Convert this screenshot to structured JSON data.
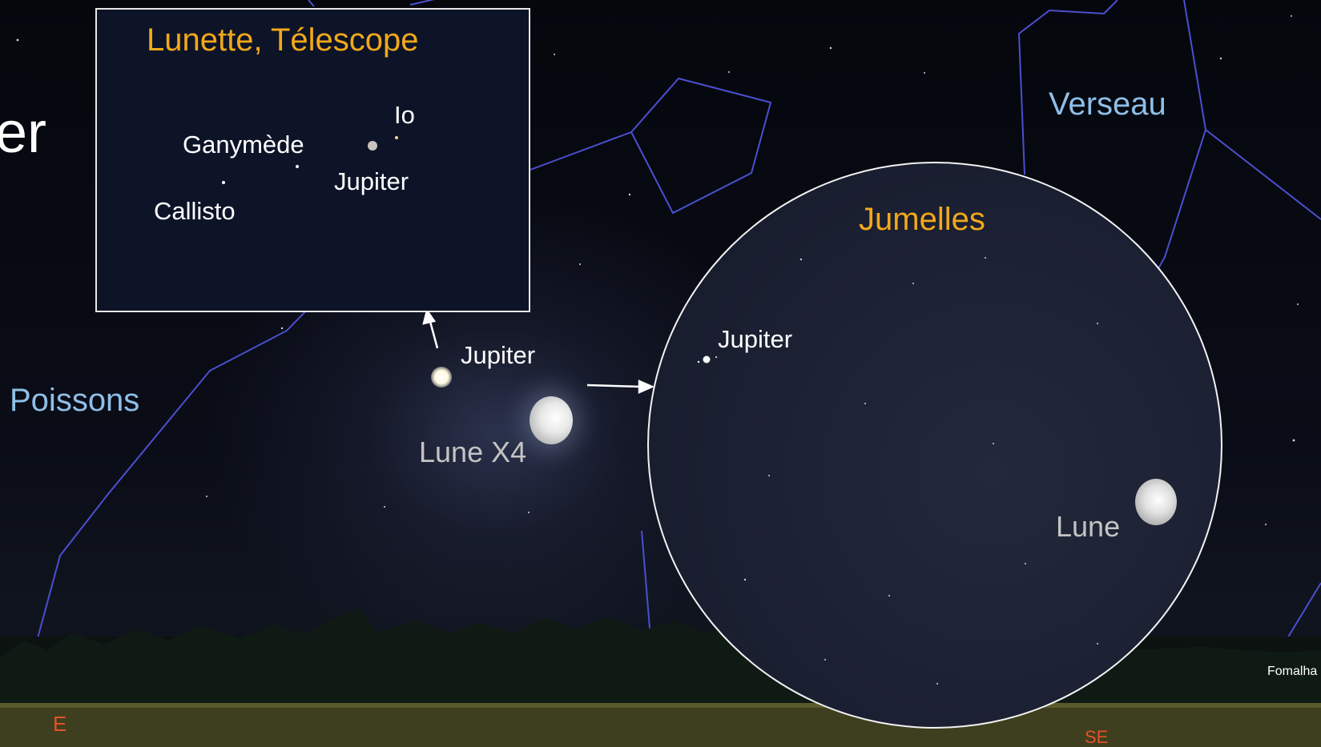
{
  "colors": {
    "sky": "#05070d",
    "constellation_line": "#4b4fd0",
    "constellation_label": "#8fbfe8",
    "highlight_label": "#f2a81a",
    "cardinal_label": "#e2522a"
  },
  "slide_title_fragment": "er",
  "constellations": {
    "poissons": "Poissons",
    "verseau": "Verseau"
  },
  "inset": {
    "title": "Lunette, Télescope",
    "labels": {
      "io": "Io",
      "ganymede": "Ganymède",
      "jupiter": "Jupiter",
      "callisto": "Callisto"
    }
  },
  "main_sky": {
    "jupiter": "Jupiter",
    "moon": "Lune X4"
  },
  "binoculars": {
    "title": "Jumelles",
    "jupiter": "Jupiter",
    "moon": "Lune"
  },
  "stars": {
    "fomalhaut": "Fomalha"
  },
  "horizon": {
    "east": "E",
    "south_east": "SE"
  }
}
